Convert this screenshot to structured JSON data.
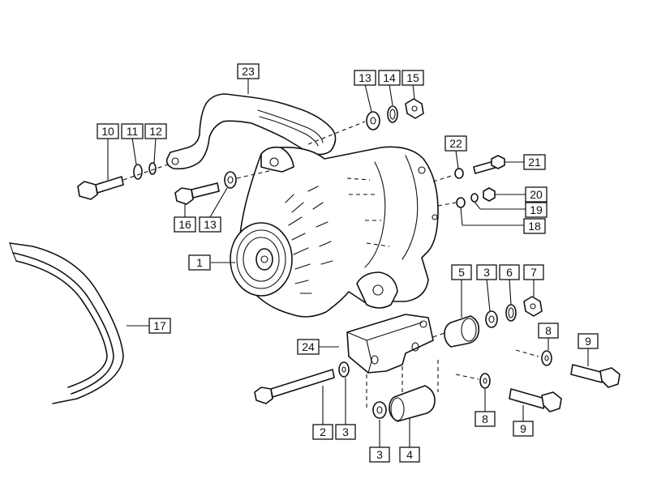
{
  "diagram": {
    "callouts": [
      {
        "id": "c23",
        "label": "23"
      },
      {
        "id": "c13a",
        "label": "13"
      },
      {
        "id": "c14",
        "label": "14"
      },
      {
        "id": "c15",
        "label": "15"
      },
      {
        "id": "c10",
        "label": "10"
      },
      {
        "id": "c11",
        "label": "11"
      },
      {
        "id": "c12",
        "label": "12"
      },
      {
        "id": "c22",
        "label": "22"
      },
      {
        "id": "c21",
        "label": "21"
      },
      {
        "id": "c20",
        "label": "20"
      },
      {
        "id": "c19",
        "label": "19"
      },
      {
        "id": "c18",
        "label": "18"
      },
      {
        "id": "c16",
        "label": "16"
      },
      {
        "id": "c13b",
        "label": "13"
      },
      {
        "id": "c1",
        "label": "1"
      },
      {
        "id": "c5",
        "label": "5"
      },
      {
        "id": "c3a",
        "label": "3"
      },
      {
        "id": "c6",
        "label": "6"
      },
      {
        "id": "c7",
        "label": "7"
      },
      {
        "id": "c17",
        "label": "17"
      },
      {
        "id": "c24",
        "label": "24"
      },
      {
        "id": "c8a",
        "label": "8"
      },
      {
        "id": "c9a",
        "label": "9"
      },
      {
        "id": "c2",
        "label": "2"
      },
      {
        "id": "c3b",
        "label": "3"
      },
      {
        "id": "c8b",
        "label": "8"
      },
      {
        "id": "c9b",
        "label": "9"
      },
      {
        "id": "c3c",
        "label": "3"
      },
      {
        "id": "c4",
        "label": "4"
      }
    ]
  }
}
